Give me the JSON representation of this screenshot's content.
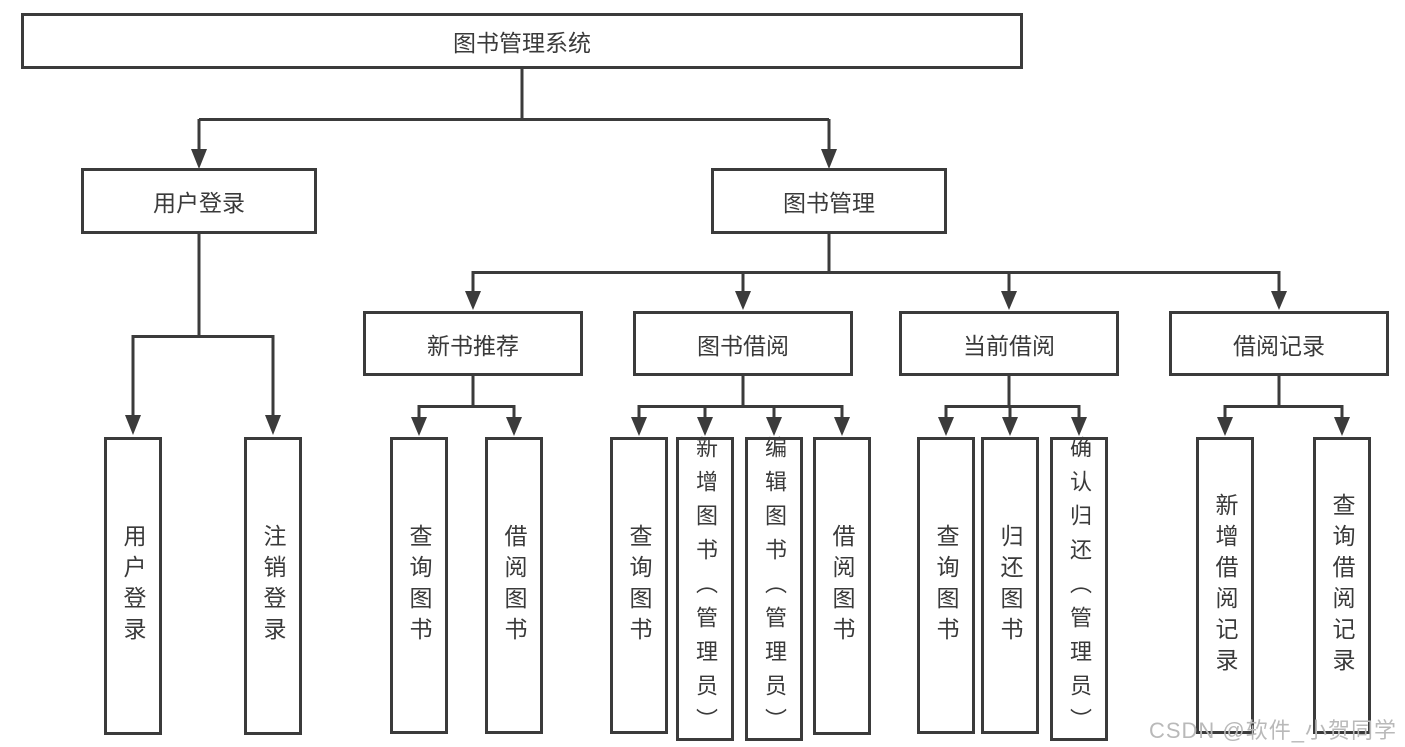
{
  "colors": {
    "border": "#3b3b3b",
    "line": "#3b3b3b",
    "text": "#3a3a3a",
    "background": "#ffffff",
    "watermark_color": "#b9b9b9"
  },
  "tree": {
    "root": "图书管理系统",
    "children": [
      {
        "label": "用户登录",
        "children": [
          {
            "label": "用户登录"
          },
          {
            "label": "注销登录"
          }
        ]
      },
      {
        "label": "图书管理",
        "children": [
          {
            "label": "新书推荐",
            "children": [
              {
                "label": "查询图书"
              },
              {
                "label": "借阅图书"
              }
            ]
          },
          {
            "label": "图书借阅",
            "children": [
              {
                "label": "查询图书"
              },
              {
                "label": "新增图书（管理员）"
              },
              {
                "label": "编辑图书（管理员）"
              },
              {
                "label": "借阅图书"
              }
            ]
          },
          {
            "label": "当前借阅",
            "children": [
              {
                "label": "查询图书"
              },
              {
                "label": "归还图书"
              },
              {
                "label": "确认归还（管理员）"
              }
            ]
          },
          {
            "label": "借阅记录",
            "children": [
              {
                "label": "新增借阅记录"
              },
              {
                "label": "查询借阅记录"
              }
            ]
          }
        ]
      }
    ]
  },
  "watermark": "CSDN @软件_小贺同学"
}
